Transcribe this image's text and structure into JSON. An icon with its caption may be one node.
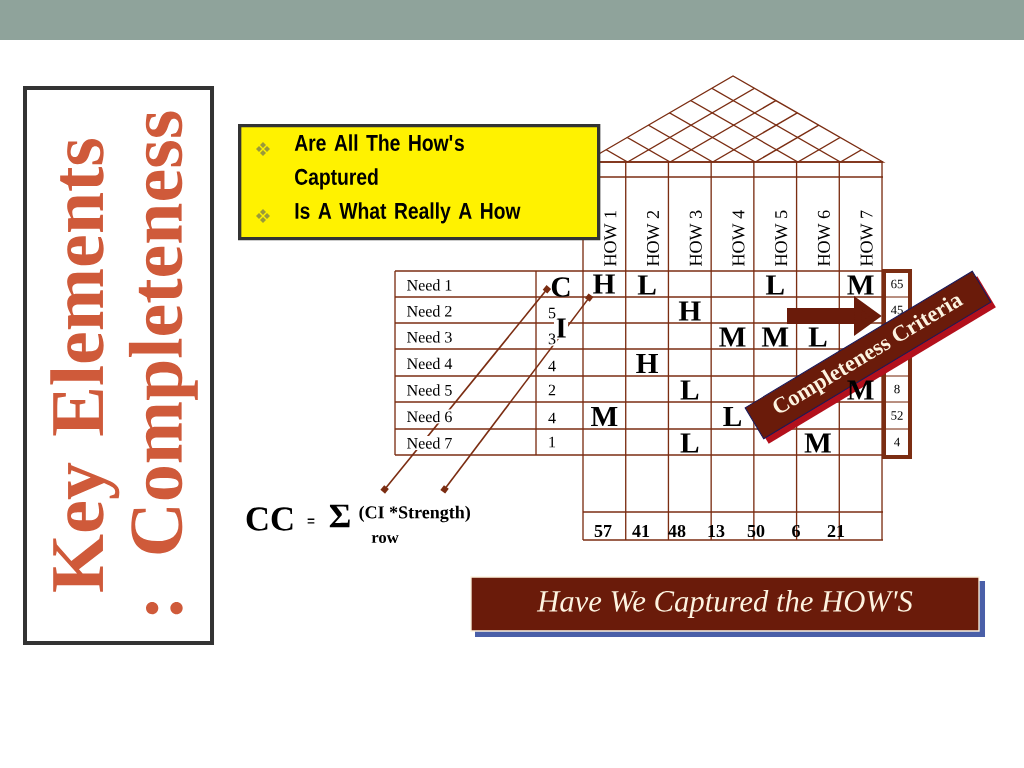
{
  "diagram": {
    "nodes": [
      {
        "text": [
          "Key Elements : Completeness"
        ]
      },
      {
        "text": [
          "Are All The How's Captured",
          "Is A What Really A How"
        ]
      },
      {
        "text": [
          "C"
        ]
      },
      {
        "text": [
          "H"
        ]
      },
      {
        "text": [
          "65",
          "45",
          "8",
          "52",
          "4"
        ]
      },
      {
        "text": [
          "Completeness Criteria"
        ]
      },
      {
        "text": [
          "CC",
          "=",
          "Σ",
          "(CI *Strength)",
          "row"
        ]
      },
      {
        "text": [
          "Have We Captured the HOW'S"
        ]
      }
    ],
    "edges": [
      {
        "from": 6,
        "to": 2,
        "arrow": "other"
      },
      {
        "from": 6,
        "to": 3,
        "arrow": "other"
      },
      {
        "from": null,
        "to": 4,
        "arrow": "to",
        "style": "thick"
      }
    ],
    "labels": [
      "HOW 1",
      "HOW 2",
      "HOW 3",
      "HOW 4",
      "HOW 5",
      "HOW 6",
      "HOW 7",
      "Need 1",
      "Need 2",
      "Need 3",
      "Need 4",
      "Need 5",
      "Need 6",
      "Need 7",
      "I",
      "5",
      "3",
      "4",
      "2",
      "4",
      "1",
      "L",
      "L",
      "M",
      "H",
      "M",
      "M",
      "L",
      "H",
      "L",
      "M",
      "M",
      "L",
      "L",
      "M",
      "57",
      "41",
      "48",
      "13",
      "50",
      "6",
      "21"
    ]
  }
}
